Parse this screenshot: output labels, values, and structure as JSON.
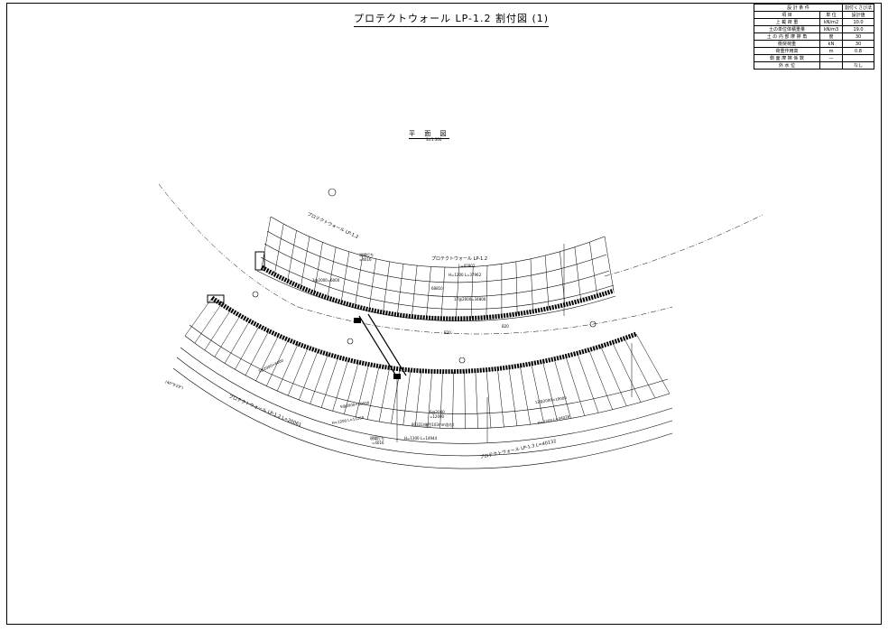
{
  "title": "プロテクトウォール LP-1.2 割付図 (1)",
  "conditions": {
    "header": [
      "設 計 条 件",
      "割付くさび法"
    ],
    "columns": [
      "項 目",
      "単 位",
      "設計値"
    ],
    "rows": [
      {
        "item": "上 載 荷 重",
        "unit": "kN/m2",
        "value": "10.0"
      },
      {
        "item": "土の単位体積重量",
        "unit": "kN/m3",
        "value": "19.0"
      },
      {
        "item": "土 の 内 部 摩 擦 角",
        "unit": "度",
        "value": "30"
      },
      {
        "item": "衝突荷重",
        "unit": "kN",
        "value": "30"
      },
      {
        "item": "荷重作用高",
        "unit": "m",
        "value": "0.8"
      },
      {
        "item": "側 面 摩 擦 係 数",
        "unit": "—",
        "value": ""
      },
      {
        "item": "外 水 位",
        "unit": "",
        "value": "なし"
      }
    ]
  },
  "plan": {
    "title": "平 面 図",
    "scale": "S=1:300"
  },
  "labels": {
    "wall_lp12_upper": "プロテクトウォール LP-1.2",
    "wall_lp12_upper_len": "L=42802",
    "wall_lp12_upper_left": "プロテクトウォール LP-1.2",
    "wall_lp12_lower_left": "プロテクトウォール LP-1.2 L=20061",
    "wall_lp13_lower_right": "プロテクトウォール LP-1.3 L=40132",
    "h1200_37962": "H=1200 L=37962",
    "h1300_14944": "H=1300 L=14944",
    "h1200_11260": "H=1200 L=11260",
    "h1200_34028": "H=1200 L=34028",
    "spacing_34800": "17@2000=34800",
    "spacing_19000": "12@2000=19000",
    "spacing_10000": "5@2000=10000",
    "spacing_6000a": "3@2000=6000",
    "spacing_6000b": "3@2000=6000",
    "dim_68810": "68810",
    "dim_682000": "6@2000",
    "dim_12000": "=12000",
    "dim_80331": "80331(継目103mm含む)",
    "site_cast_a": "現場打ち",
    "site_cast_b": "現場打ち",
    "dim_4016": "=4016",
    "dim_4016b": "=4016",
    "angle": "(40°9'29\")",
    "b20": "B20",
    "b20b": "B20"
  }
}
